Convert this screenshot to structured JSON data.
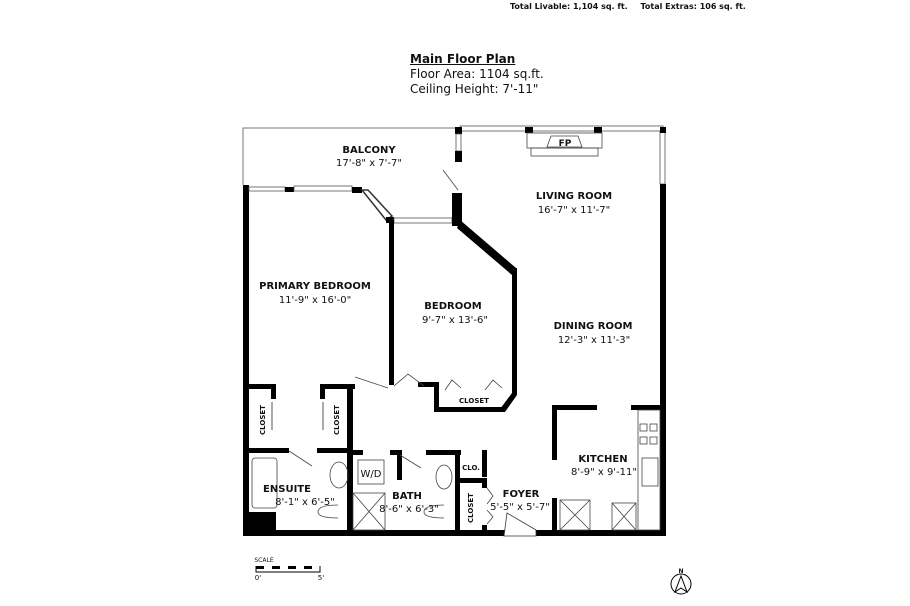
{
  "totals": {
    "livable": "Total Livable: 1,104 sq. ft.",
    "extras": "Total Extras: 106 sq. ft."
  },
  "header": {
    "title": "Main Floor Plan",
    "floor_area": "Floor Area: 1104 sq.ft.",
    "ceiling": "Ceiling Height: 7'-11\""
  },
  "rooms": {
    "balcony": {
      "name": "BALCONY",
      "dims": "17'-8\" x 7'-7\""
    },
    "living": {
      "name": "LIVING ROOM",
      "dims": "16'-7\" x 11'-7\""
    },
    "primary": {
      "name": "PRIMARY BEDROOM",
      "dims": "11'-9\" x 16'-0\""
    },
    "bedroom": {
      "name": "BEDROOM",
      "dims": "9'-7\" x 13'-6\""
    },
    "dining": {
      "name": "DINING ROOM",
      "dims": "12'-3\" x 11'-3\""
    },
    "kitchen": {
      "name": "KITCHEN",
      "dims": "8'-9\" x 9'-11\""
    },
    "ensuite": {
      "name": "ENSUITE",
      "dims": "8'-1\" x 6'-5\""
    },
    "bath": {
      "name": "BATH",
      "dims": "8'-6\" x 6'-3\""
    },
    "foyer": {
      "name": "FOYER",
      "dims": "5'-5\" x 5'-7\""
    }
  },
  "fixtures": {
    "fireplace": "FP",
    "washer_dryer": "W/D",
    "closet": "CLOSET",
    "clo": "CLO."
  },
  "scale": {
    "label": "SCALE",
    "min": "0'",
    "max": "5'"
  },
  "north": "N",
  "colors": {
    "wall": "#000000",
    "outline": "#777777"
  }
}
